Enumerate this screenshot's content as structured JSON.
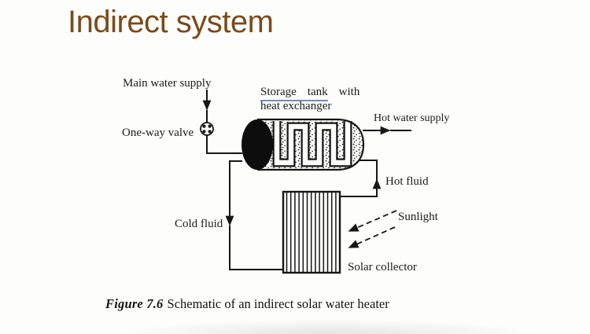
{
  "slide": {
    "title": "Indirect system"
  },
  "colors": {
    "title_text": "#7c4a1b",
    "diagram_ink": "#161616",
    "storage_tank_underline": "#5f7aa8",
    "tank_end_cap": "#0d0d0d"
  },
  "diagram": {
    "labels": {
      "main_water_supply": "Main water supply",
      "storage_tank_word_1": "Storage",
      "storage_tank_word_2": "tank",
      "storage_tank_word_3": "with",
      "heat_exchanger": "heat exchanger",
      "hot_water_supply": "Hot water supply",
      "one_way_valve": "One-way valve",
      "hot_fluid": "Hot fluid",
      "cold_fluid": "Cold fluid",
      "sunlight": "Sunlight",
      "solar_collector": "Solar collector"
    },
    "caption": {
      "figure_label": "Figure 7.6",
      "caption_text": "Schematic of an indirect solar water heater"
    }
  }
}
